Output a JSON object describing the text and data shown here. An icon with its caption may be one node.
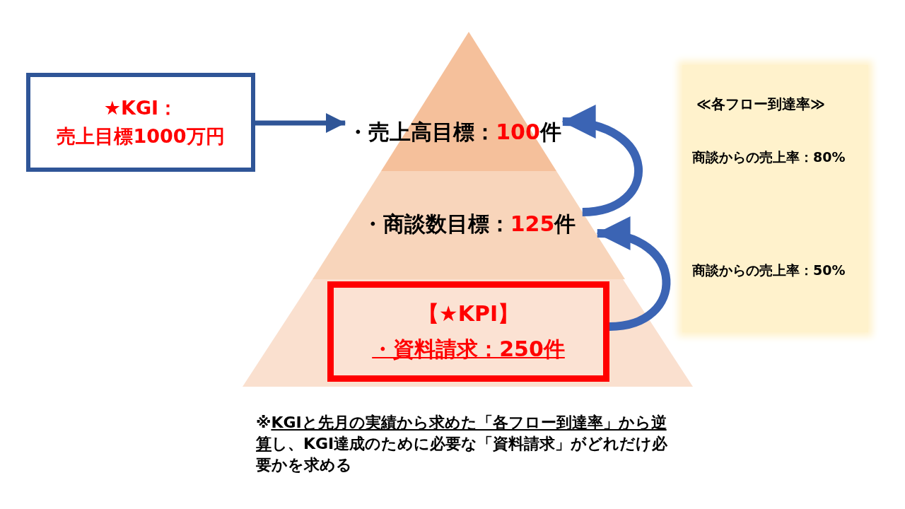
{
  "diagram": {
    "caption": "※**KGIと先月の実績から求めた「各フロー到達率」から逆算**し、KGI達成のために必要な「資料請求」がどれだけ必要かを求める",
    "nodes": [
      {
        "text": [
          "★KGI：",
          "売上目標1000万円"
        ]
      },
      {
        "text": [
          "・売上高目標：**100**件"
        ]
      },
      {
        "text": [
          "・商談数目標：**125**件"
        ]
      },
      {
        "text": [],
        "shape": "band"
      },
      {
        "text": [
          "【★KPI】",
          "・資料請求：250件"
        ],
        "in": 3
      },
      {
        "text": [
          "≪各フロー到達率≫",
          "商談からの売上率：80%",
          "商談からの売上率：50%"
        ]
      }
    ],
    "edges": [
      {
        "from": 0,
        "to": 1,
        "arrow": "to"
      },
      {
        "from": 2,
        "to": 1,
        "arrow": "to"
      },
      {
        "from": 4,
        "to": 2,
        "arrow": "to"
      }
    ]
  }
}
